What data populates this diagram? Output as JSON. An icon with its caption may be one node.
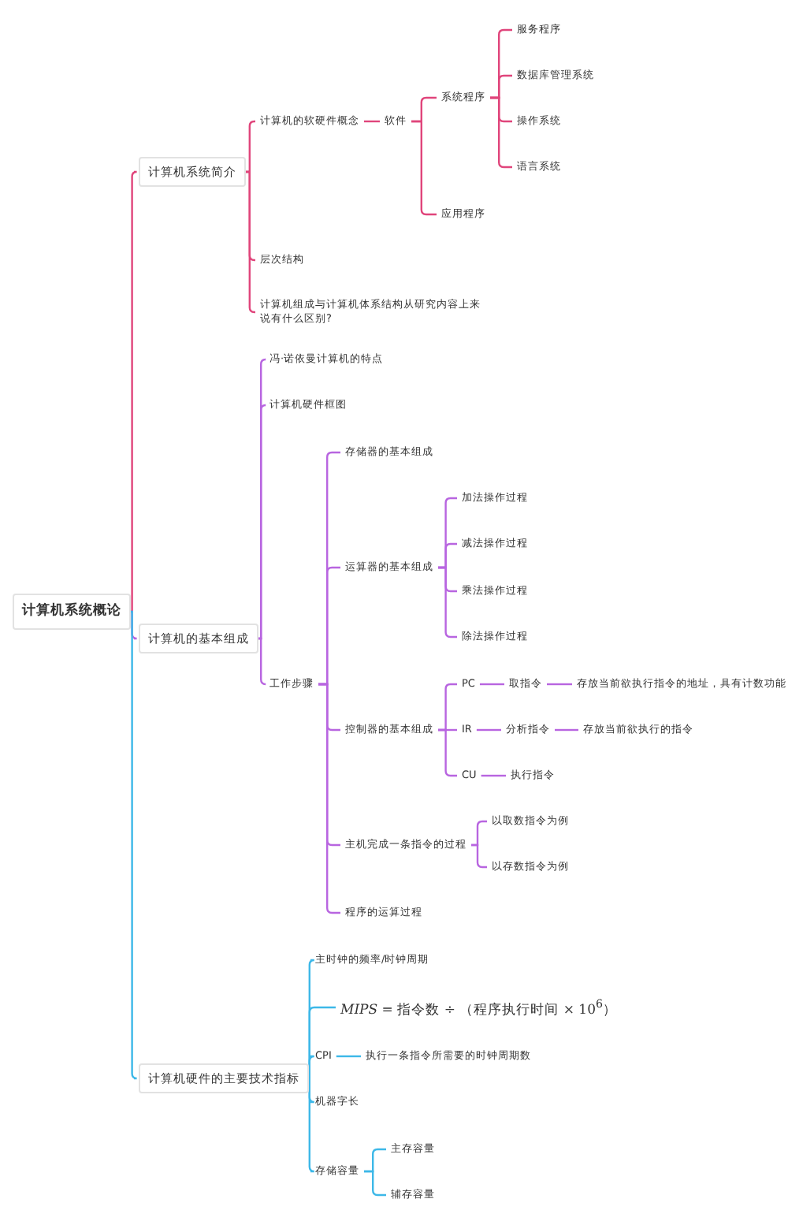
{
  "diagram": {
    "nodes": [
      {
        "text": [
          "计算机系统概论"
        ]
      },
      {
        "text": [
          "计算机系统简介"
        ]
      },
      {
        "text": [
          "计算机的软硬件概念"
        ]
      },
      {
        "text": [
          "软件"
        ]
      },
      {
        "text": [
          "系统程序"
        ]
      },
      {
        "text": [
          "服务程序"
        ]
      },
      {
        "text": [
          "数据库管理系统"
        ]
      },
      {
        "text": [
          "操作系统"
        ]
      },
      {
        "text": [
          "语言系统"
        ]
      },
      {
        "text": [
          "应用程序"
        ]
      },
      {
        "text": [
          "层次结构"
        ]
      },
      {
        "text": [
          "计算机组成与计算机体系结构从研究内容上来说有什么区别?"
        ]
      },
      {
        "text": [
          "计算机的基本组成"
        ]
      },
      {
        "text": [
          "冯·诺依曼计算机的特点"
        ]
      },
      {
        "text": [
          "计算机硬件框图"
        ]
      },
      {
        "text": [
          "工作步骤"
        ]
      },
      {
        "text": [
          "存储器的基本组成"
        ]
      },
      {
        "text": [
          "运算器的基本组成"
        ]
      },
      {
        "text": [
          "加法操作过程"
        ]
      },
      {
        "text": [
          "减法操作过程"
        ]
      },
      {
        "text": [
          "乘法操作过程"
        ]
      },
      {
        "text": [
          "除法操作过程"
        ]
      },
      {
        "text": [
          "控制器的基本组成"
        ]
      },
      {
        "text": [
          "PC"
        ]
      },
      {
        "text": [
          "取指令"
        ]
      },
      {
        "text": [
          "存放当前欲执行指令的地址，具有计数功能"
        ]
      },
      {
        "text": [
          "IR"
        ]
      },
      {
        "text": [
          "分析指令"
        ]
      },
      {
        "text": [
          "存放当前欲执行的指令"
        ]
      },
      {
        "text": [
          "CU"
        ]
      },
      {
        "text": [
          "执行指令"
        ]
      },
      {
        "text": [
          "主机完成一条指令的过程"
        ]
      },
      {
        "text": [
          "以取数指令为例"
        ]
      },
      {
        "text": [
          "以存数指令为例"
        ]
      },
      {
        "text": [
          "程序的运算过程"
        ]
      },
      {
        "text": [
          "计算机硬件的主要技术指标"
        ]
      },
      {
        "text": [
          "主时钟的频率/时钟周期"
        ]
      },
      {
        "text": [
          "*MIPS* = 指令数 ÷ （程序执行时间 × 10$^{6}$）"
        ]
      },
      {
        "text": [
          "CPI"
        ]
      },
      {
        "text": [
          "执行一条指令所需要的时钟周期数"
        ]
      },
      {
        "text": [
          "机器字长"
        ]
      },
      {
        "text": [
          "存储容量"
        ]
      },
      {
        "text": [
          "主存容量"
        ]
      },
      {
        "text": [
          "辅存容量"
        ]
      }
    ],
    "edges": [
      {
        "from": 0,
        "to": 1,
        "arrow": "none",
        "color": "#e0457b"
      },
      {
        "from": 1,
        "to": 2,
        "arrow": "none",
        "color": "#e0457b"
      },
      {
        "from": 2,
        "to": 3,
        "arrow": "none",
        "color": "#e0457b"
      },
      {
        "from": 3,
        "to": 4,
        "arrow": "none",
        "color": "#e0457b"
      },
      {
        "from": 4,
        "to": 5,
        "arrow": "none",
        "color": "#e0457b"
      },
      {
        "from": 4,
        "to": 6,
        "arrow": "none",
        "color": "#e0457b"
      },
      {
        "from": 4,
        "to": 7,
        "arrow": "none",
        "color": "#e0457b"
      },
      {
        "from": 4,
        "to": 8,
        "arrow": "none",
        "color": "#e0457b"
      },
      {
        "from": 3,
        "to": 9,
        "arrow": "none",
        "color": "#e0457b"
      },
      {
        "from": 1,
        "to": 10,
        "arrow": "none",
        "color": "#e0457b"
      },
      {
        "from": 1,
        "to": 11,
        "arrow": "none",
        "color": "#e0457b"
      },
      {
        "from": 0,
        "to": 12,
        "arrow": "none"
      },
      {
        "from": 12,
        "to": 13,
        "arrow": "none"
      },
      {
        "from": 12,
        "to": 14,
        "arrow": "none"
      },
      {
        "from": 12,
        "to": 15,
        "arrow": "none"
      },
      {
        "from": 15,
        "to": 16,
        "arrow": "none"
      },
      {
        "from": 15,
        "to": 17,
        "arrow": "none"
      },
      {
        "from": 17,
        "to": 18,
        "arrow": "none"
      },
      {
        "from": 17,
        "to": 19,
        "arrow": "none"
      },
      {
        "from": 17,
        "to": 20,
        "arrow": "none"
      },
      {
        "from": 17,
        "to": 21,
        "arrow": "none"
      },
      {
        "from": 15,
        "to": 22,
        "arrow": "none"
      },
      {
        "from": 22,
        "to": 23,
        "arrow": "none"
      },
      {
        "from": 23,
        "to": 24,
        "arrow": "none"
      },
      {
        "from": 24,
        "to": 25,
        "arrow": "none"
      },
      {
        "from": 22,
        "to": 26,
        "arrow": "none"
      },
      {
        "from": 26,
        "to": 27,
        "arrow": "none"
      },
      {
        "from": 27,
        "to": 28,
        "arrow": "none"
      },
      {
        "from": 22,
        "to": 29,
        "arrow": "none"
      },
      {
        "from": 29,
        "to": 30,
        "arrow": "none"
      },
      {
        "from": 15,
        "to": 31,
        "arrow": "none"
      },
      {
        "from": 31,
        "to": 32,
        "arrow": "none"
      },
      {
        "from": 31,
        "to": 33,
        "arrow": "none"
      },
      {
        "from": 15,
        "to": 34,
        "arrow": "none"
      },
      {
        "from": 0,
        "to": 35,
        "arrow": "none",
        "color": "#3db8e8"
      },
      {
        "from": 35,
        "to": 36,
        "arrow": "none",
        "color": "#3db8e8"
      },
      {
        "from": 35,
        "to": 37,
        "arrow": "none",
        "color": "#3db8e8"
      },
      {
        "from": 35,
        "to": 38,
        "arrow": "none",
        "color": "#3db8e8"
      },
      {
        "from": 38,
        "to": 39,
        "arrow": "none",
        "color": "#3db8e8"
      },
      {
        "from": 35,
        "to": 40,
        "arrow": "none",
        "color": "#3db8e8"
      },
      {
        "from": 35,
        "to": 41,
        "arrow": "none",
        "color": "#3db8e8"
      },
      {
        "from": 41,
        "to": 42,
        "arrow": "none",
        "color": "#3db8e8"
      },
      {
        "from": 41,
        "to": 43,
        "arrow": "none",
        "color": "#3db8e8"
      }
    ]
  }
}
